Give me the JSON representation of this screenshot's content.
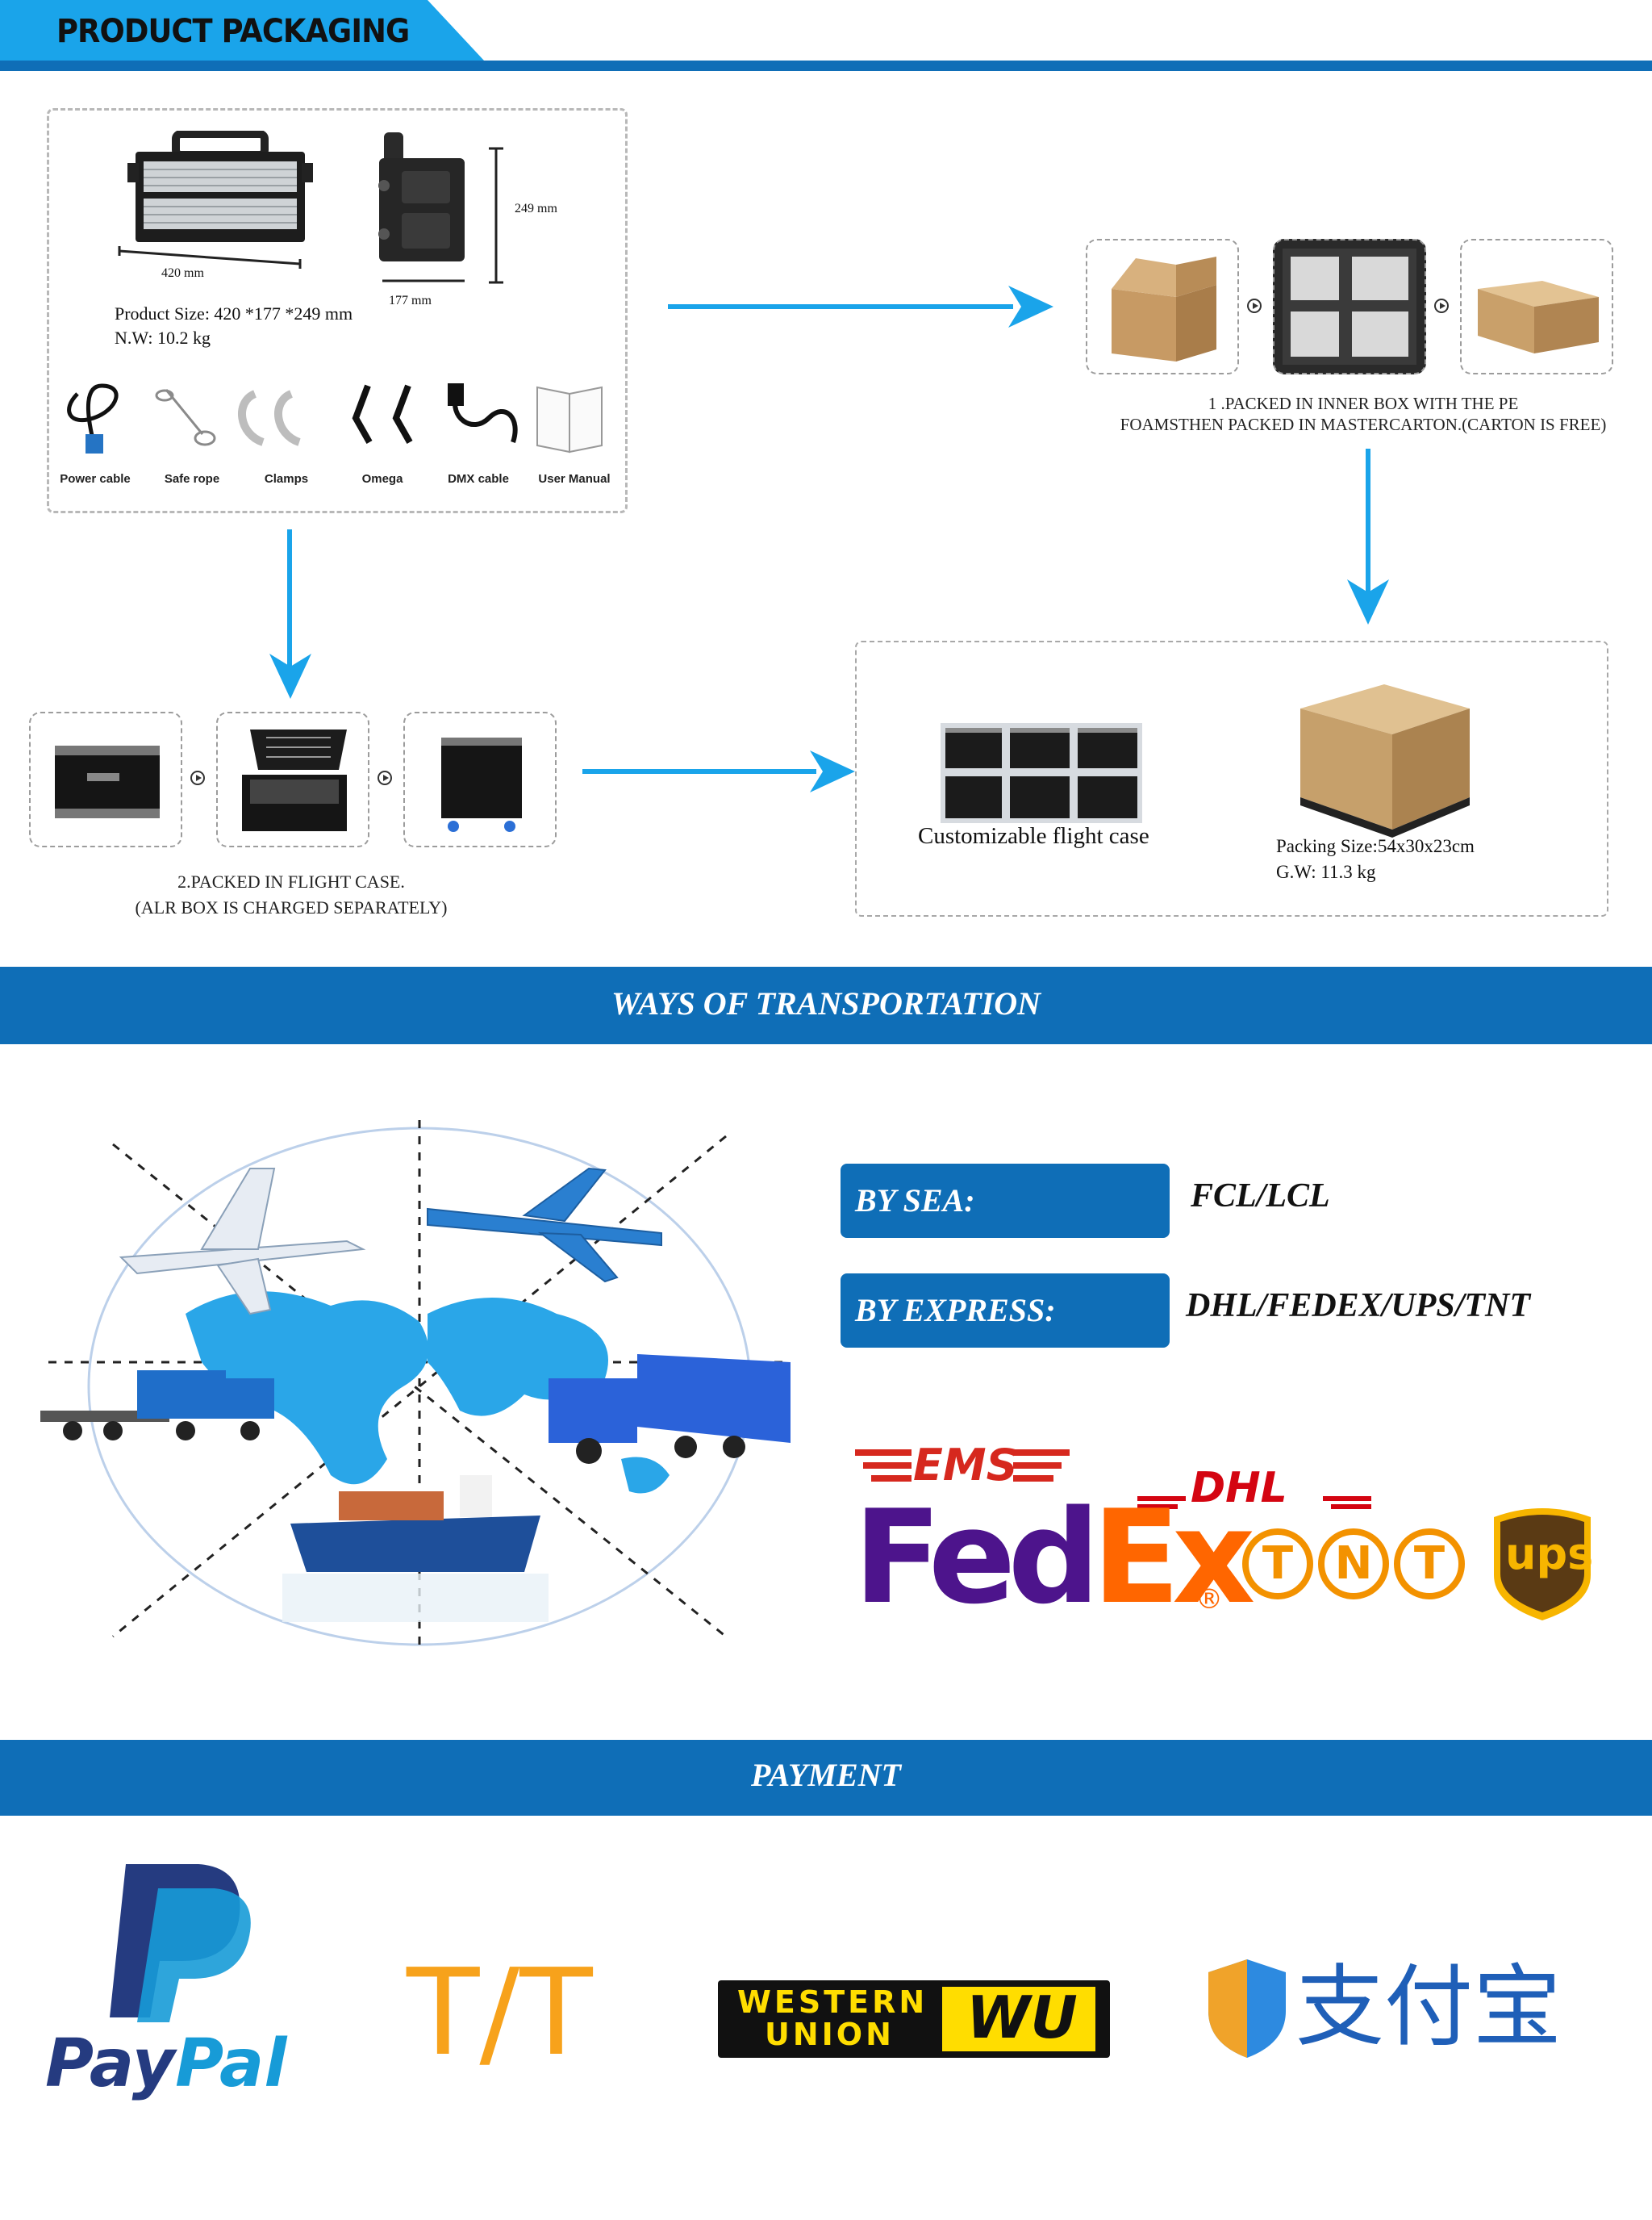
{
  "header": {
    "title": "PRODUCT PACKAGING"
  },
  "product": {
    "dim_width": "420 mm",
    "dim_depth": "177 mm",
    "dim_height": "249 mm",
    "size": "Product Size: 420 *177 *249 mm",
    "weight": "N.W: 10.2 kg",
    "accessories": [
      "Power cable",
      "Safe rope",
      "Clamps",
      "Omega",
      "DMX cable",
      "User Manual"
    ]
  },
  "step1": {
    "line1": "1 .PACKED IN INNER BOX WITH THE PE",
    "line2": "FOAMSTHEN PACKED IN MASTERCARTON.(CARTON IS FREE)"
  },
  "step2": {
    "line1": "2.PACKED IN FLIGHT CASE.",
    "line2": "(ALR BOX IS CHARGED SEPARATELY)"
  },
  "final": {
    "flight_case_label": "Customizable flight case",
    "packing_size": "Packing Size:54x30x23cm",
    "gross_weight": "G.W: 11.3 kg"
  },
  "transport": {
    "title": "WAYS OF TRANSPORTATION",
    "sea_label": "BY SEA:",
    "sea_value": "FCL/LCL",
    "express_label": "BY EXPRESS:",
    "express_value": "DHL/FEDEX/UPS/TNT",
    "logos": {
      "ems": "EMS",
      "dhl": "DHL",
      "fedex_fed": "Fed",
      "fedex_ex": "Ex",
      "tnt": [
        "T",
        "N",
        "T"
      ],
      "ups": "ups",
      "registered": "®"
    }
  },
  "payment": {
    "title": "PAYMENT",
    "paypal_pay": "Pay",
    "paypal_pal": "Pal",
    "tt": "T/T",
    "wu_line1": "WESTERN",
    "wu_line2": "UNION",
    "wu_mark": "WU",
    "alipay": "支付宝"
  },
  "colors": {
    "brand_blue": "#0f6eb7",
    "arrow_blue": "#1aa4ea",
    "fedex_purple": "#4d148c",
    "fedex_orange": "#ff6600",
    "tt_orange": "#f7a21b",
    "ems_red": "#d6281e",
    "dhl_red": "#d40511",
    "tnt_orange": "#f39200",
    "ups_brown": "#5a3a14",
    "ups_gold": "#f7b500"
  }
}
